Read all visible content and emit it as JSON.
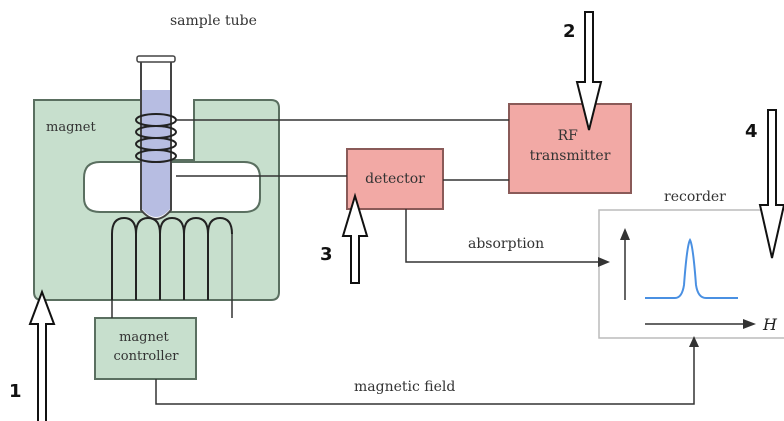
{
  "components": {
    "magnet": "magnet",
    "sample_tube": "sample tube",
    "rf_transmitter": [
      "RF",
      "transmitter"
    ],
    "detector": "detector",
    "recorder": "recorder",
    "magnet_controller": [
      "magnet",
      "controller"
    ]
  },
  "signals": {
    "absorption": "absorption",
    "magnetic_field": "magnetic field",
    "axis_label": "H"
  },
  "markers": [
    "1",
    "2",
    "3",
    "4"
  ],
  "colors": {
    "magnet_fill": "#c7dfcd",
    "magnet_stroke": "#5a6f60",
    "pink_fill": "#f2a9a5",
    "pink_stroke": "#8a5a58",
    "tube_liquid": "#b7bde2",
    "peak_line": "#4a90e2",
    "line": "#333333"
  }
}
